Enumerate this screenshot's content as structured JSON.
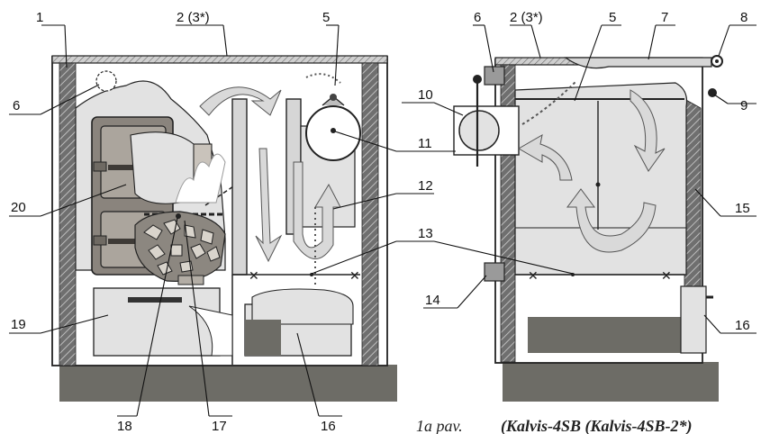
{
  "callouts": [
    {
      "id": "c1",
      "text": "1"
    },
    {
      "id": "c2l",
      "text": "2 (3*)"
    },
    {
      "id": "c5l",
      "text": "5"
    },
    {
      "id": "c6l",
      "text": "6"
    },
    {
      "id": "c20",
      "text": "20"
    },
    {
      "id": "c19",
      "text": "19"
    },
    {
      "id": "c18",
      "text": "18"
    },
    {
      "id": "c17",
      "text": "17"
    },
    {
      "id": "c16l",
      "text": "16"
    },
    {
      "id": "c11",
      "text": "11"
    },
    {
      "id": "c12",
      "text": "12"
    },
    {
      "id": "c13",
      "text": "13"
    },
    {
      "id": "c6r",
      "text": "6"
    },
    {
      "id": "c2r",
      "text": "2 (3*)"
    },
    {
      "id": "c5r",
      "text": "5"
    },
    {
      "id": "c7",
      "text": "7"
    },
    {
      "id": "c8",
      "text": "8"
    },
    {
      "id": "c9",
      "text": "9"
    },
    {
      "id": "c10",
      "text": "10"
    },
    {
      "id": "c15",
      "text": "15"
    },
    {
      "id": "c14",
      "text": "14"
    },
    {
      "id": "c16r",
      "text": "16"
    }
  ],
  "caption": {
    "prefix": "1a  pav.",
    "model": "(Kalvis-4SB (Kalvis-4SB-2*)"
  },
  "colors": {
    "insulation": "#7b7b7b",
    "panel": "#e2e2e2",
    "base": "#6d6c66",
    "arrow": "#d9d9d9"
  }
}
